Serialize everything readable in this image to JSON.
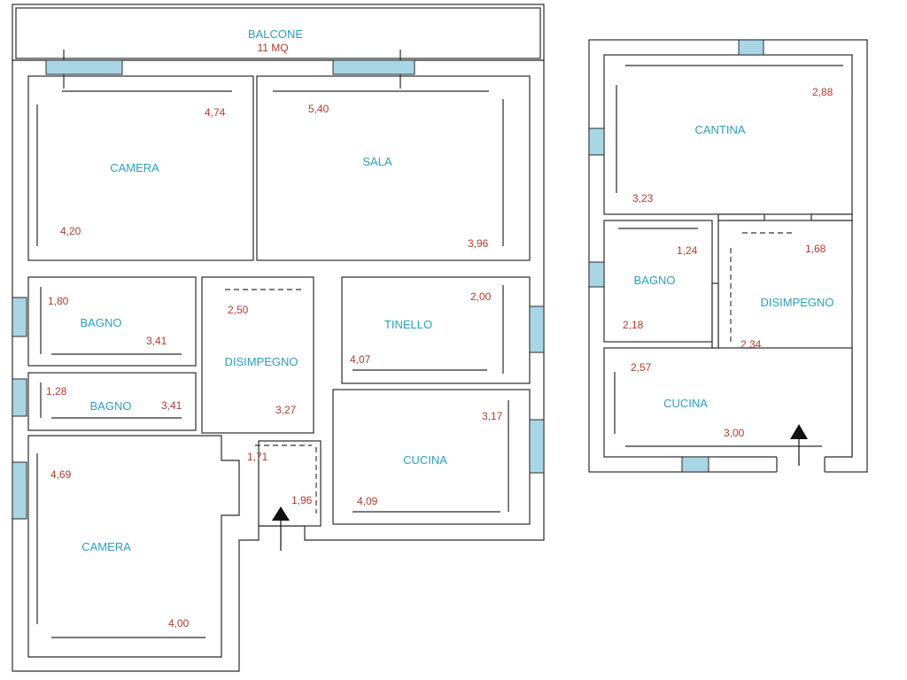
{
  "colors": {
    "room_label": "#2a9fbe",
    "dimension": "#b03a2e",
    "window": "#a9d6e5",
    "wall": "#2b2b2b"
  },
  "ground_floor": {
    "balcony": {
      "label": "BALCONE",
      "area": "11 MQ"
    },
    "rooms": {
      "camera_top": {
        "label": "CAMERA",
        "dims": [
          "4,74",
          "4,20"
        ]
      },
      "sala": {
        "label": "SALA",
        "dims": [
          "5,40",
          "3,96"
        ]
      },
      "bagno_1": {
        "label": "BAGNO",
        "dims": [
          "1,80",
          "3,41"
        ]
      },
      "bagno_2": {
        "label": "BAGNO",
        "dims": [
          "1,28",
          "3,41"
        ]
      },
      "disimpegno": {
        "label": "DISIMPEGNO",
        "dims": [
          "2,50",
          "3,27"
        ]
      },
      "tinello": {
        "label": "TINELLO",
        "dims": [
          "2,00",
          "4,07"
        ]
      },
      "cucina": {
        "label": "CUCINA",
        "dims": [
          "3,17",
          "4,09"
        ]
      },
      "ingresso": {
        "dims": [
          "1,71",
          "1,96"
        ]
      },
      "camera_bottom": {
        "label": "CAMERA",
        "dims": [
          "4,69",
          "4,00"
        ]
      }
    }
  },
  "cellar_unit": {
    "rooms": {
      "cantina": {
        "label": "CANTINA",
        "dims": [
          "2,88",
          "3,23"
        ]
      },
      "bagno": {
        "label": "BAGNO",
        "dims": [
          "1,24",
          "2,18"
        ]
      },
      "disimpegno": {
        "label": "DISIMPEGNO",
        "dims": [
          "1,68",
          "2,34"
        ]
      },
      "cucina": {
        "label": "CUCINA",
        "dims": [
          "2,57",
          "3,00"
        ]
      }
    }
  },
  "icons": {
    "entrance": "up-arrow-icon"
  }
}
